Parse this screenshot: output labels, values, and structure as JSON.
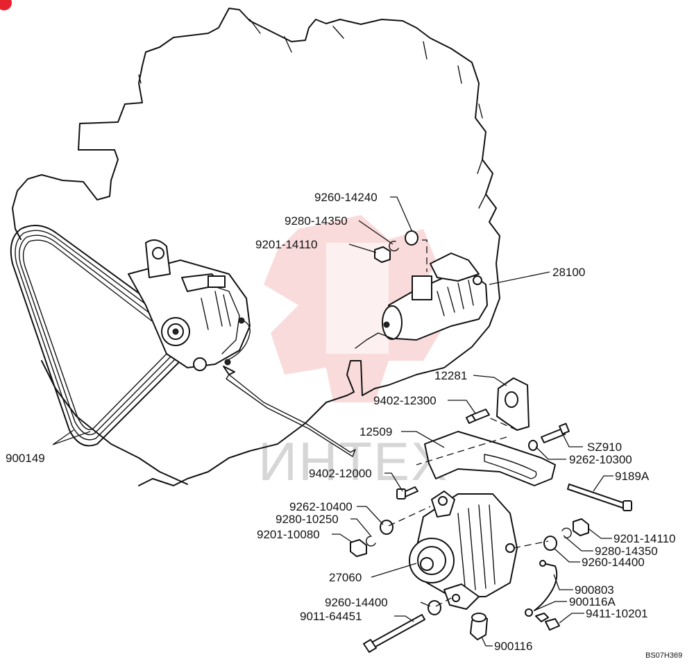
{
  "diagram": {
    "drawing_code": "BS07H369",
    "watermark_text": "ИНТЕХ",
    "labels": [
      {
        "id": "9260-14240-top",
        "text": "9260-14240"
      },
      {
        "id": "9280-14350-top",
        "text": "9280-14350"
      },
      {
        "id": "9201-14110-top",
        "text": "9201-14110"
      },
      {
        "id": "28100",
        "text": "28100"
      },
      {
        "id": "12281",
        "text": "12281"
      },
      {
        "id": "9402-12300",
        "text": "9402-12300"
      },
      {
        "id": "12509",
        "text": "12509"
      },
      {
        "id": "SZ910",
        "text": "SZ910"
      },
      {
        "id": "9262-10300",
        "text": "9262-10300"
      },
      {
        "id": "9402-12000",
        "text": "9402-12000"
      },
      {
        "id": "9189A",
        "text": "9189A"
      },
      {
        "id": "9262-10400",
        "text": "9262-10400"
      },
      {
        "id": "9280-10250",
        "text": "9280-10250"
      },
      {
        "id": "9201-10080",
        "text": "9201-10080"
      },
      {
        "id": "9201-14110-bottom",
        "text": "9201-14110"
      },
      {
        "id": "9280-14350-bottom",
        "text": "9280-14350"
      },
      {
        "id": "9260-14400-right",
        "text": "9260-14400"
      },
      {
        "id": "27060",
        "text": "27060"
      },
      {
        "id": "900803",
        "text": "900803"
      },
      {
        "id": "9260-14400-left",
        "text": "9260-14400"
      },
      {
        "id": "900116A",
        "text": "900116A"
      },
      {
        "id": "9011-64451",
        "text": "9011-64451"
      },
      {
        "id": "9411-10201",
        "text": "9411-10201"
      },
      {
        "id": "900116",
        "text": "900116"
      },
      {
        "id": "900149",
        "text": "900149"
      }
    ]
  }
}
